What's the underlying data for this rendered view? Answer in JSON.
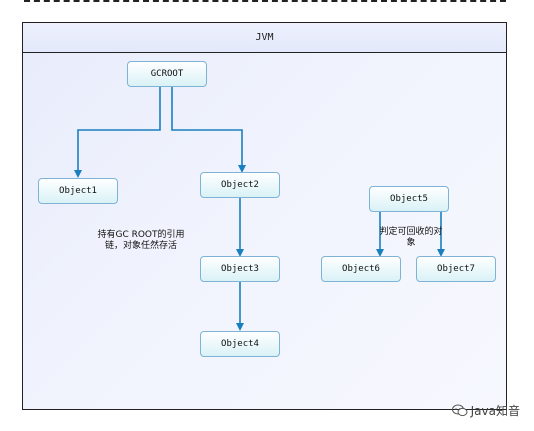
{
  "frame": {
    "title": "JVM"
  },
  "nodes": {
    "gcroot": "GCROOT",
    "object1": "Object1",
    "object2": "Object2",
    "object3": "Object3",
    "object4": "Object4",
    "object5": "Object5",
    "object6": "Object6",
    "object7": "Object7"
  },
  "notes": {
    "reachable": "持有GC ROOT的引用链，对象任然存活",
    "collectable": "判定可回收的对象"
  },
  "watermark": {
    "text": "Java知音"
  },
  "colors": {
    "arrow": "#1a7fbf",
    "node_border": "#7fb3d6",
    "frame_bg": "#e8ecfb"
  }
}
